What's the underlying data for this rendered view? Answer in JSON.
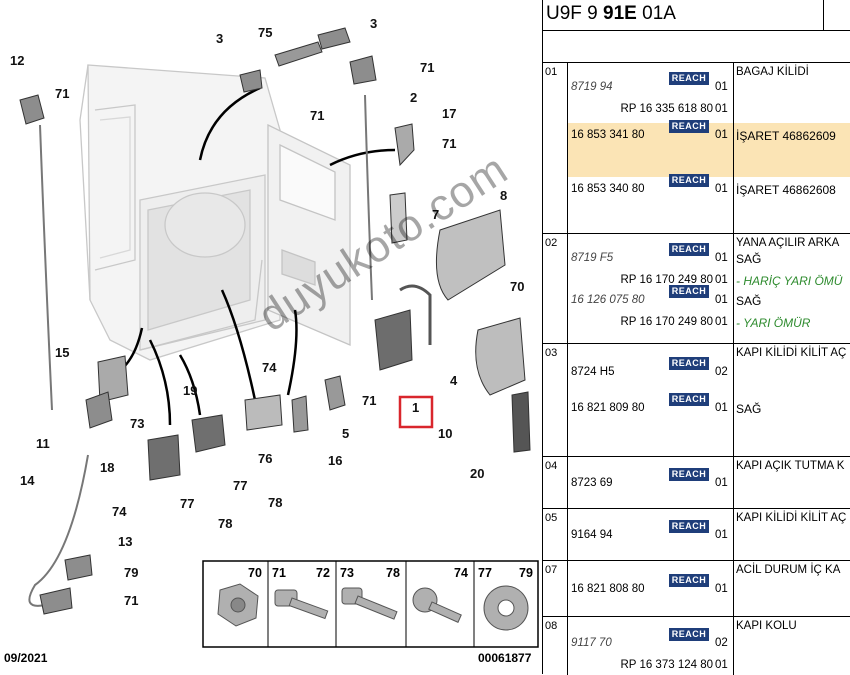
{
  "diagram": {
    "date": "09/2021",
    "ref": "00061877",
    "watermark": "duyukoto.com",
    "callouts": [
      "12",
      "71",
      "75",
      "3",
      "3",
      "71",
      "71",
      "2",
      "17",
      "71",
      "7",
      "8",
      "70",
      "1",
      "4",
      "10",
      "20",
      "15",
      "73",
      "11",
      "19",
      "74",
      "71",
      "5",
      "76",
      "16",
      "18",
      "77",
      "78",
      "77",
      "78",
      "14",
      "74",
      "13",
      "79",
      "71"
    ],
    "fastener_labels": [
      "70",
      "71",
      "72",
      "73",
      "78",
      "74",
      "77",
      "79"
    ]
  },
  "panel": {
    "header_pre": "U9F 9 ",
    "header_bold": "91E",
    "header_post": " 01A",
    "reach_label": "REACH",
    "groups": [
      {
        "num": "01",
        "title": "BAGAJ KİLİDİ",
        "lines": [
          {
            "ref": "8719 94",
            "italic": true,
            "qty": "01",
            "desc": ""
          },
          {
            "ref": "RP 16 335 618 80",
            "italic": false,
            "qty": "01",
            "desc": ""
          },
          {
            "ref": "16 853 341 80",
            "italic": false,
            "qty": "01",
            "desc": "İŞARET 46862609"
          },
          {
            "ref": "16 853 340 80",
            "italic": false,
            "qty": "01",
            "desc": "İŞARET 46862608"
          }
        ]
      },
      {
        "num": "02",
        "title": "YANA AÇILIR ARKA",
        "lines": [
          {
            "ref": "8719 F5",
            "italic": true,
            "qty": "01",
            "desc": "SAĞ"
          },
          {
            "ref": "RP 16 170 249 80",
            "italic": false,
            "qty": "01",
            "desc": "- HARİÇ YARI ÖMÜ"
          },
          {
            "ref": "16 126 075 80",
            "italic": true,
            "qty": "01",
            "desc": "SAĞ"
          },
          {
            "ref": "RP 16 170 249 80",
            "italic": false,
            "qty": "01",
            "desc": "- YARI ÖMÜR"
          }
        ]
      },
      {
        "num": "03",
        "title": "KAPI KİLİDİ KİLİT AÇ",
        "lines": [
          {
            "ref": "8724 H5",
            "italic": false,
            "qty": "02",
            "desc": ""
          },
          {
            "ref": "16 821 809 80",
            "italic": false,
            "qty": "01",
            "desc": "SAĞ"
          }
        ]
      },
      {
        "num": "04",
        "title": "KAPI AÇIK TUTMA K",
        "lines": [
          {
            "ref": "8723 69",
            "italic": false,
            "qty": "01",
            "desc": ""
          }
        ]
      },
      {
        "num": "05",
        "title": "KAPI KİLİDİ KİLİT AÇ",
        "lines": [
          {
            "ref": "9164 94",
            "italic": false,
            "qty": "01",
            "desc": ""
          }
        ]
      },
      {
        "num": "07",
        "title": "ACİL DURUM İÇ KA",
        "lines": [
          {
            "ref": "16 821 808 80",
            "italic": false,
            "qty": "01",
            "desc": ""
          }
        ]
      },
      {
        "num": "08",
        "title": "KAPI KOLU",
        "lines": [
          {
            "ref": "9117 70",
            "italic": true,
            "qty": "02",
            "desc": ""
          },
          {
            "ref": "RP 16 373 124 80",
            "italic": false,
            "qty": "01",
            "desc": ""
          }
        ]
      }
    ]
  }
}
